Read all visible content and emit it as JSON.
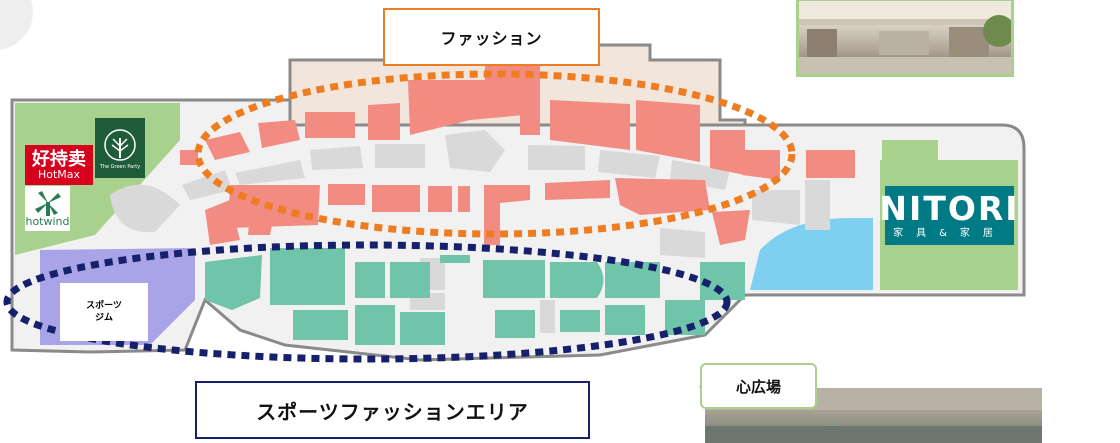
{
  "labels": {
    "fashion": "ファッション",
    "sports_fashion_area": "スポーツファッションエリア",
    "central_plaza": "心広場",
    "gym_line1": "スポーツ",
    "gym_line2": "ジム"
  },
  "logos": {
    "hotmax_cn": "好持卖",
    "hotmax_en": "HotMax",
    "green_party": "The Green Party",
    "hotwind": "hotwind",
    "nitori": "NITORI",
    "nitori_sub": "家具&家居"
  },
  "colors": {
    "fashion_zone": "#f28b82",
    "fashion_outline": "#ee7d22",
    "sports_zone": "#6fc4aa",
    "sports_outline": "#17206b",
    "gym_zone": "#a9a4e8",
    "home_zone": "#a9d18e",
    "blue_zone": "#7fd0f0",
    "walkway": "#d9d9d9",
    "plaza_frame": "#a9d18e"
  },
  "icons": [
    "windmill-icon",
    "tree-icon"
  ]
}
